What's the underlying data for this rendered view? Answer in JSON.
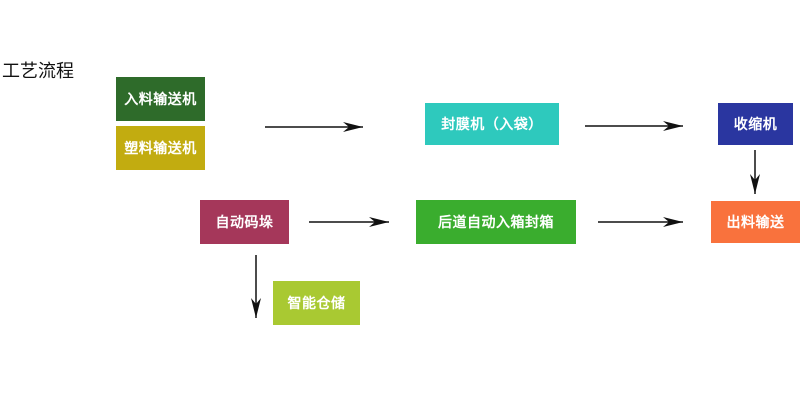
{
  "title": "工艺流程",
  "nodes": {
    "infeed": {
      "label": "入料输送机",
      "color": "#2e6b2a"
    },
    "plastic": {
      "label": "塑料输送机",
      "color": "#c2ac10"
    },
    "film": {
      "label": "封膜机（入袋）",
      "color": "#2ec9bd"
    },
    "shrink": {
      "label": "收缩机",
      "color": "#2a36a0"
    },
    "palletize": {
      "label": "自动码垛",
      "color": "#a5375a"
    },
    "boxing": {
      "label": "后道自动入箱封箱",
      "color": "#3aad2e"
    },
    "outfeed": {
      "label": "出料输送",
      "color": "#f9723d"
    },
    "storage": {
      "label": "智能仓储",
      "color": "#a9c932"
    }
  }
}
